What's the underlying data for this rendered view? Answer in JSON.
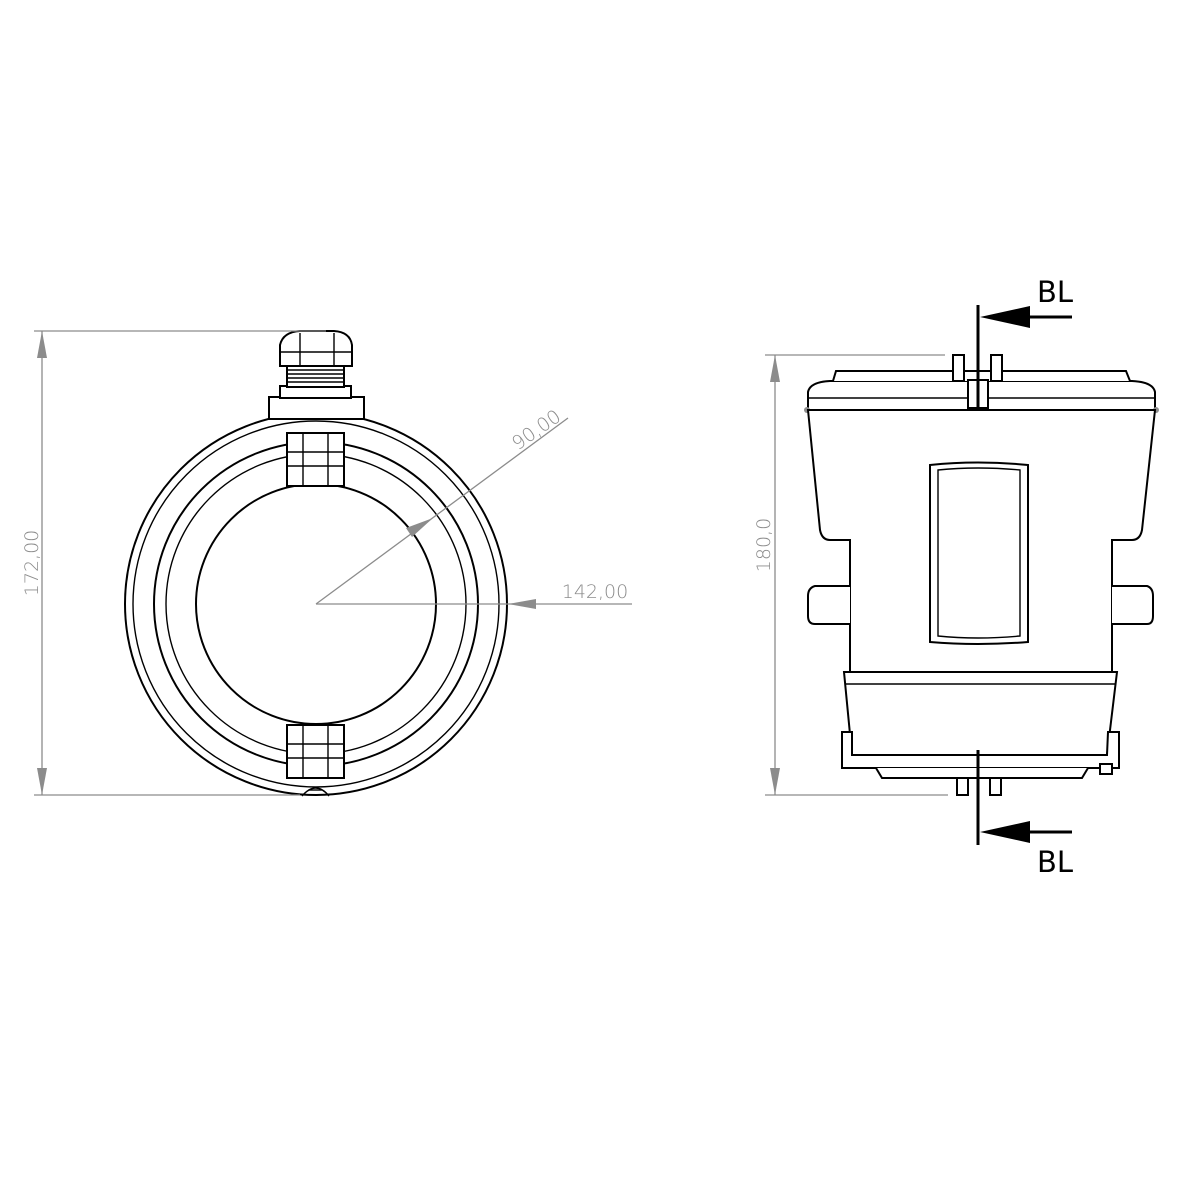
{
  "dimensions": {
    "front_height": "172,00",
    "inner_radius": "90,00",
    "outer_diameter": "142,00",
    "side_height": "180,0"
  },
  "section": {
    "top_label": "BL",
    "bottom_label": "BL"
  }
}
